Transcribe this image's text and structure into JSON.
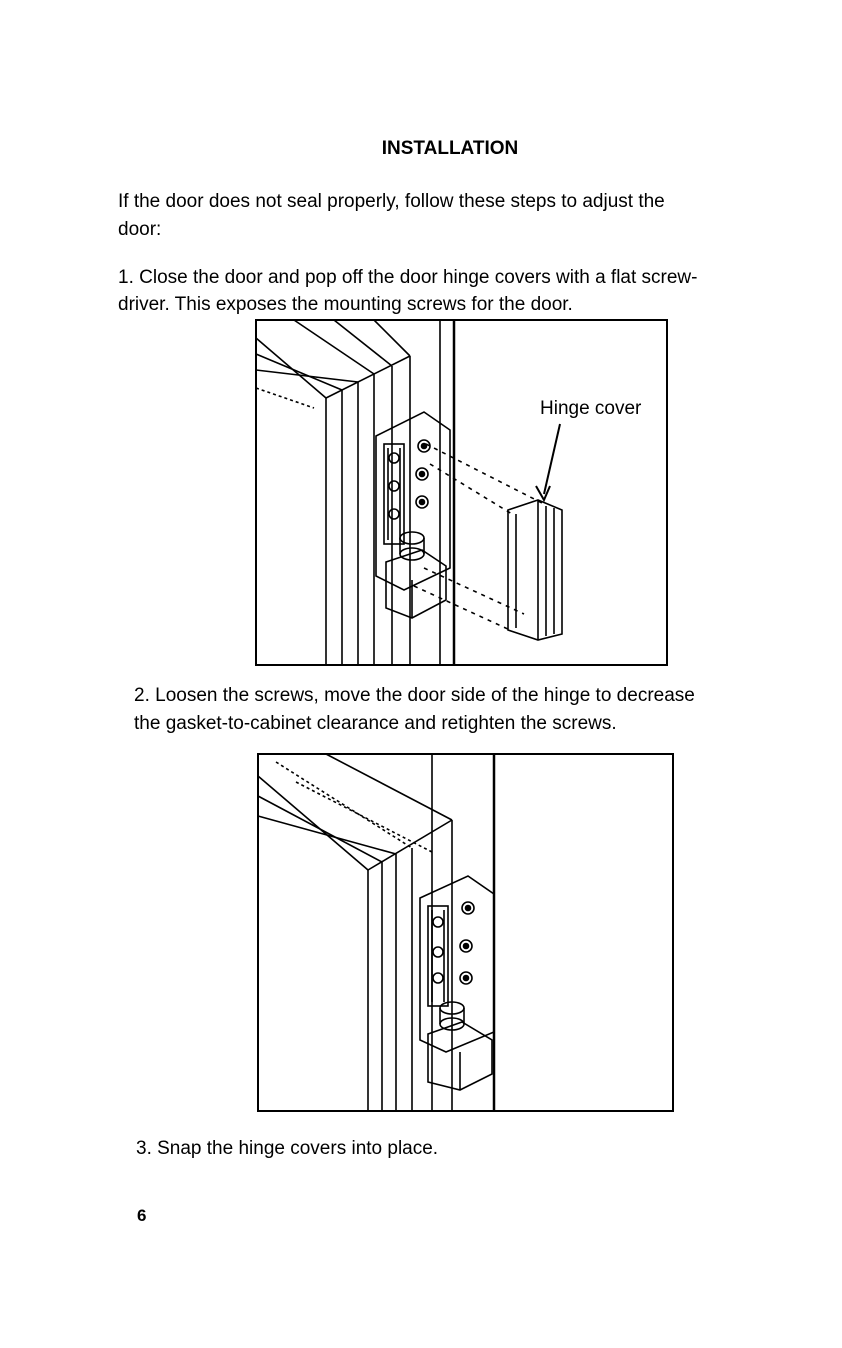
{
  "heading": "INSTALLATION",
  "intro": {
    "line1": "If the door does not seal properly, follow these steps to adjust the",
    "line2": "door:"
  },
  "steps": [
    {
      "line1": "1.  Close the door and pop off the door hinge covers with a flat screw-",
      "line2": "driver.  This exposes the mounting screws for the door."
    },
    {
      "line1": "2.  Loosen the screws, move the door side of the hinge to decrease",
      "line2": "the gasket-to-cabinet clearance and retighten the screws."
    },
    {
      "line1": "3.  Snap the hinge covers into place."
    }
  ],
  "figure1": {
    "callout": "Hinge cover"
  },
  "page_number": "6"
}
